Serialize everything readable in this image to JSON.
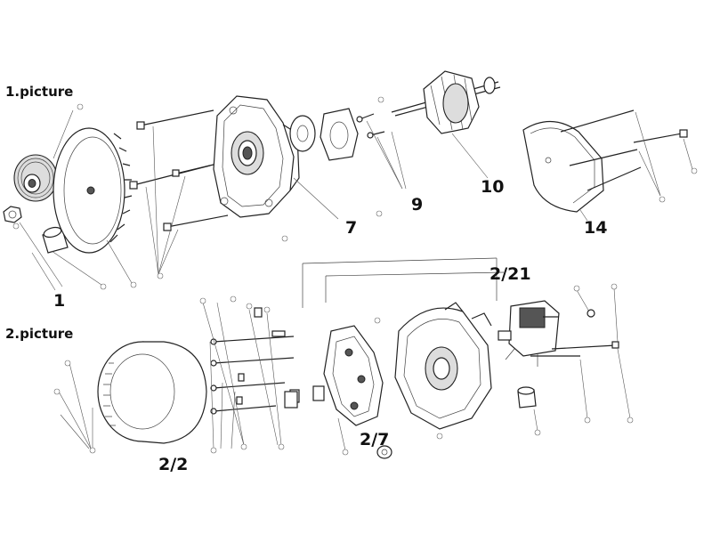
{
  "captions": {
    "picture1": "1.picture",
    "picture2": "2.picture"
  },
  "part_numbers": {
    "pulley": "1",
    "drive_end_housing": "7",
    "bearing_parts": "9",
    "rotor": "10",
    "rear_cover": "14",
    "stator": "2/2",
    "rectifier": "2/7",
    "regulator": "2/21"
  },
  "colors": {
    "line": "#222222",
    "background": "#ffffff"
  }
}
